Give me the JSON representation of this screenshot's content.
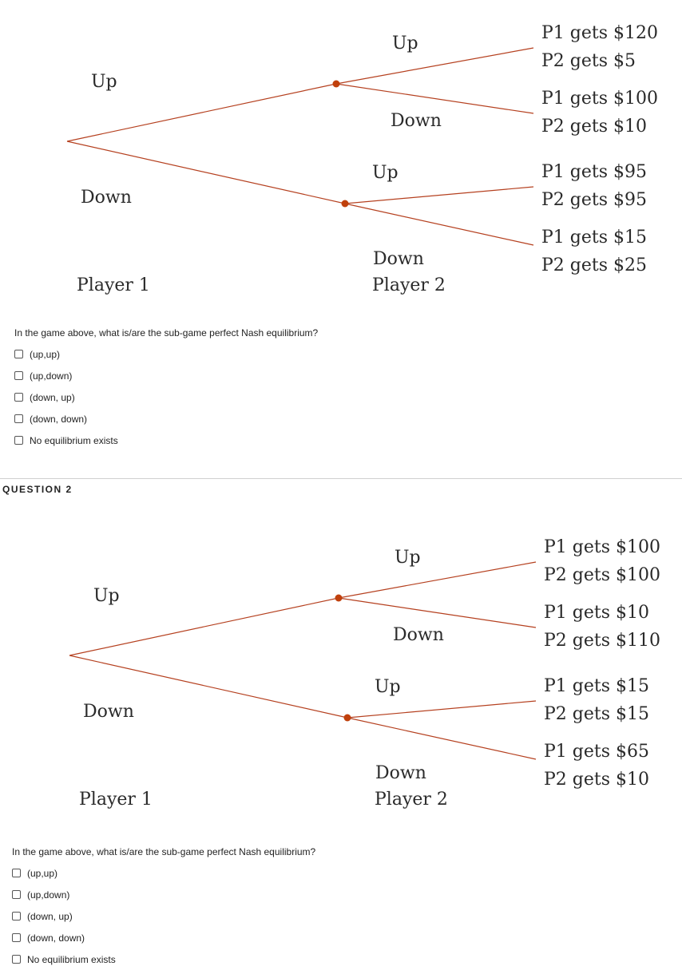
{
  "games": [
    {
      "p1_move_up": "Up",
      "p1_move_down": "Down",
      "p1_label": "Player 1",
      "p2_label": "Player 2",
      "upper_up": "Up",
      "upper_down": "Down",
      "lower_up": "Up",
      "lower_down": "Down",
      "payoffs": [
        {
          "p1": "P1 gets $120",
          "p2": "P2 gets $5"
        },
        {
          "p1": "P1 gets $100",
          "p2": "P2 gets $10"
        },
        {
          "p1": "P1 gets $95",
          "p2": "P2 gets $95"
        },
        {
          "p1": "P1 gets $15",
          "p2": "P2 gets $25"
        }
      ],
      "line_color": "#b5401f",
      "node_color": "#c0400c"
    },
    {
      "p1_move_up": "Up",
      "p1_move_down": "Down",
      "p1_label": "Player 1",
      "p2_label": "Player 2",
      "upper_up": "Up",
      "upper_down": "Down",
      "lower_up": "Up",
      "lower_down": "Down",
      "payoffs": [
        {
          "p1": "P1 gets $100",
          "p2": "P2 gets $100"
        },
        {
          "p1": "P1 gets $10",
          "p2": "P2 gets $110"
        },
        {
          "p1": "P1 gets $15",
          "p2": "P2 gets $15"
        },
        {
          "p1": "P1 gets $65",
          "p2": "P2 gets $10"
        }
      ],
      "line_color": "#b5401f",
      "node_color": "#c0400c"
    }
  ],
  "questions": [
    {
      "text": "In the game above, what is/are the sub-game perfect Nash equilibrium?",
      "options": [
        "(up,up)",
        "(up,down)",
        "(down, up)",
        "(down, down)",
        "No equilibrium exists"
      ]
    },
    {
      "text": "In the game above, what is/are the sub-game perfect Nash equilibrium?",
      "options": [
        "(up,up)",
        "(up,down)",
        "(down, up)",
        "(down, down)",
        "No equilibrium exists"
      ]
    }
  ],
  "question2_header": "QUESTION 2"
}
